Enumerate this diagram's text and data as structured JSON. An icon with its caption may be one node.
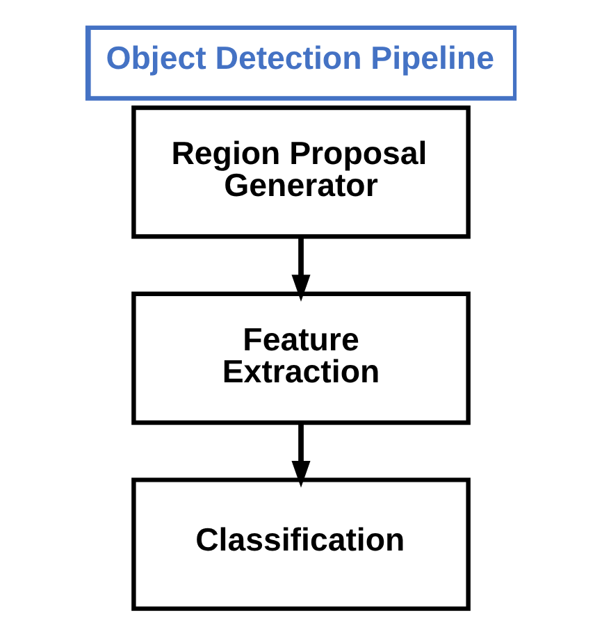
{
  "diagram": {
    "title": "Object Detection Pipeline",
    "nodes": [
      {
        "text": [
          "Region Proposal Generator"
        ]
      },
      {
        "text": [
          "Feature Extraction"
        ]
      },
      {
        "text": [
          "Classification"
        ]
      }
    ],
    "edges": [
      {
        "from": 0,
        "to": 1,
        "arrow": "to"
      },
      {
        "from": 1,
        "to": 2,
        "arrow": "to"
      }
    ]
  }
}
